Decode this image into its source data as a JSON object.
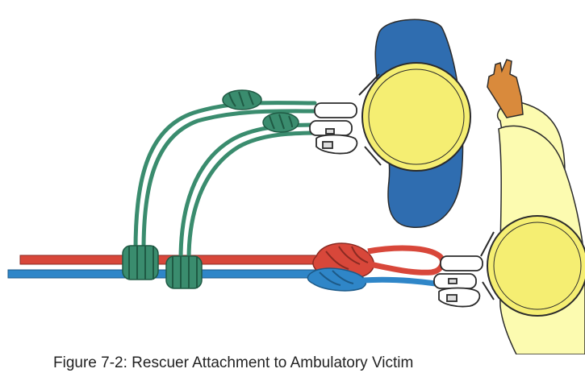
{
  "figure": {
    "caption": "Figure 7-2: Rescuer Attachment to Ambulatory Victim"
  },
  "colors": {
    "background": "#ffffff",
    "victim_helmet": "#f5ee72",
    "victim_body": "#2f6db0",
    "rescuer_body": "#fcfbb0",
    "rescuer_helmet": "#f5ee72",
    "tether_rope": "#3a8c6e",
    "red_rope": "#d8473a",
    "blue_rope": "#2f86c8",
    "hand": "#d98a3c",
    "carabiner": "#ffffff",
    "outline": "#2b2b2b"
  },
  "elements": [
    "victim-figure",
    "rescuer-figure",
    "green-tether-ropes",
    "prusik-hitches",
    "red-main-rope",
    "blue-belay-rope",
    "figure-eight-knot",
    "carabiners"
  ]
}
